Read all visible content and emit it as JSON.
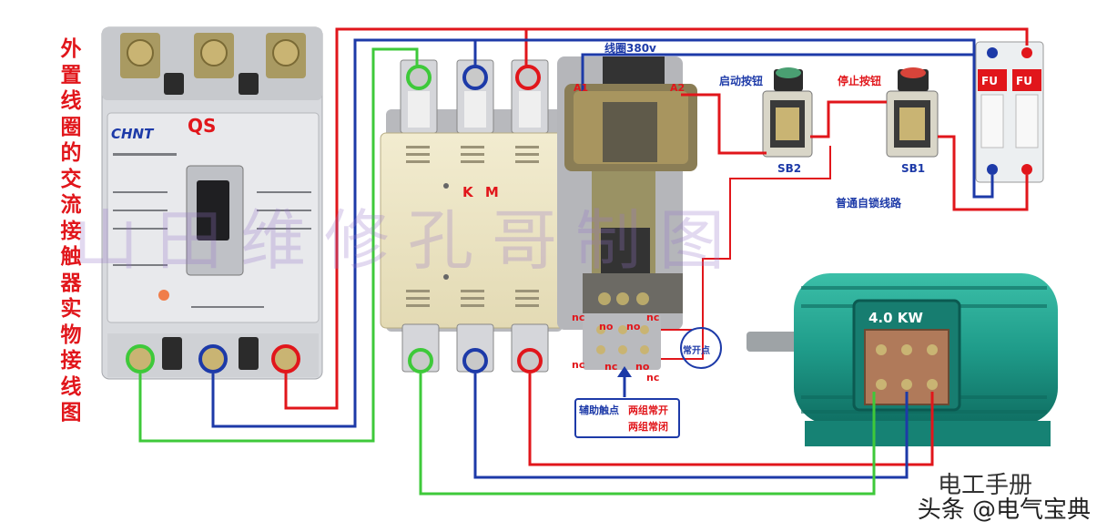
{
  "title_vertical": [
    "外",
    "置",
    "线",
    "圈",
    "的",
    "交",
    "流",
    "接",
    "触",
    "器",
    "实",
    "物",
    "接",
    "线",
    "图"
  ],
  "breaker": {
    "brand": "CHNT",
    "label": "QS"
  },
  "contactor": {
    "label": "K M",
    "coil_a1": "A1",
    "coil_a2": "A2",
    "coil_voltage": "线圈380v"
  },
  "aux_contacts": {
    "nc": "nc",
    "no": "no"
  },
  "normally_open_point": "常开点",
  "aux_note": {
    "line1a": "辅助触点",
    "line1b": "两组常开",
    "line2": "两组常闭"
  },
  "start_button": {
    "title": "启动按钮",
    "code": "SB2"
  },
  "stop_button": {
    "title": "停止按钮",
    "code": "SB1"
  },
  "self_lock_label": "普通自锁线路",
  "fuses": {
    "left": "FU",
    "right": "FU"
  },
  "motor": {
    "power": "4.0 KW"
  },
  "watermark": "山田维修孔哥制图",
  "footer": {
    "source": "头条 @电气宝典",
    "brand": "电工手册"
  },
  "colors": {
    "red": "#e1161b",
    "blue": "#1d3aa8",
    "green": "#3ec93a"
  }
}
